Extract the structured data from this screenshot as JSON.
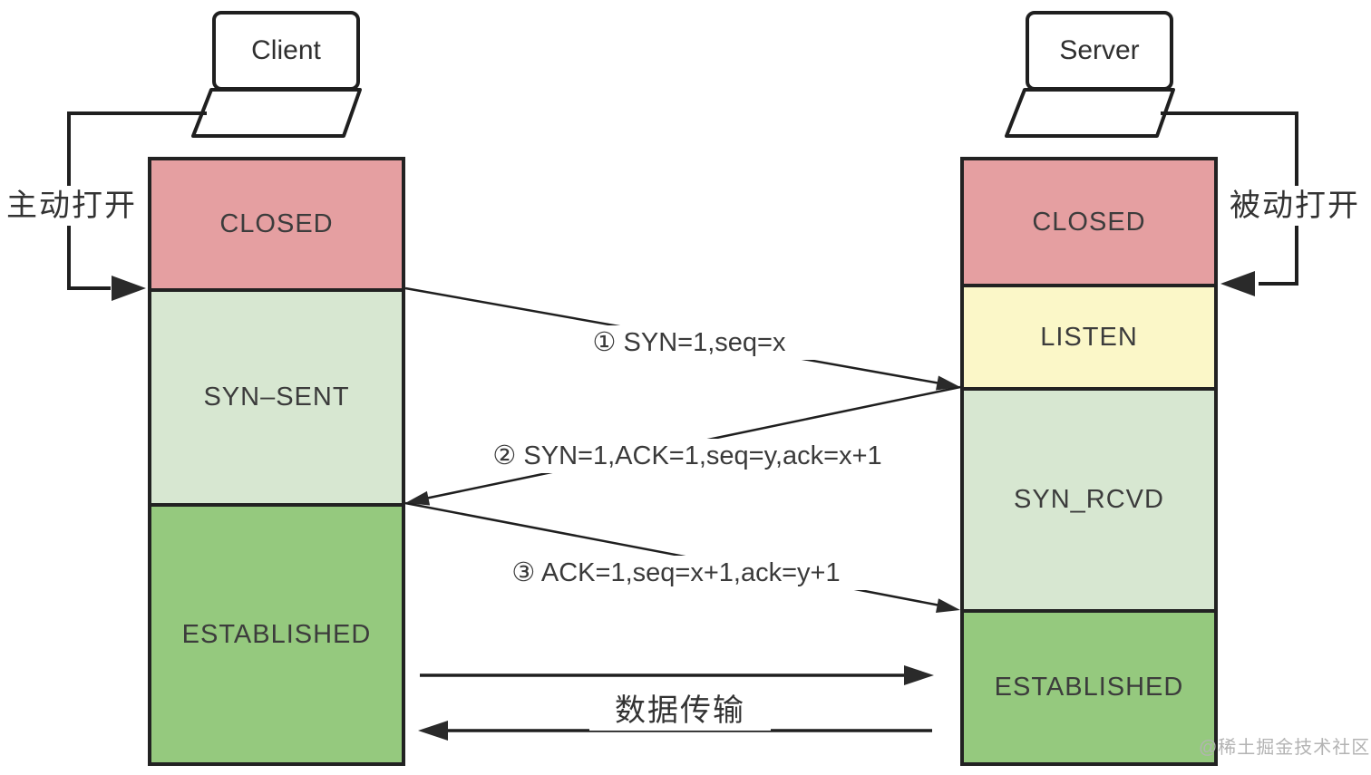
{
  "nodes": {
    "client": {
      "label": "Client"
    },
    "server": {
      "label": "Server"
    }
  },
  "client_states": [
    {
      "id": "closed",
      "label": "CLOSED",
      "color": "#e59fa1"
    },
    {
      "id": "syn-sent",
      "label": "SYN–SENT",
      "color": "#d7e7d1"
    },
    {
      "id": "established",
      "label": "ESTABLISHED",
      "color": "#95c97e"
    }
  ],
  "server_states": [
    {
      "id": "closed",
      "label": "CLOSED",
      "color": "#e59fa1"
    },
    {
      "id": "listen",
      "label": "LISTEN",
      "color": "#fbf7c8"
    },
    {
      "id": "syn-rcvd",
      "label": "SYN_RCVD",
      "color": "#d7e7d1"
    },
    {
      "id": "established",
      "label": "ESTABLISHED",
      "color": "#95c97e"
    }
  ],
  "messages": [
    {
      "step": "1",
      "label": "① SYN=1,seq=x"
    },
    {
      "step": "2",
      "label": "② SYN=1,ACK=1,seq=y,ack=x+1"
    },
    {
      "step": "3",
      "label": "③ ACK=1,seq=x+1,ack=y+1"
    }
  ],
  "annotations": {
    "active_open": "主动打开",
    "passive_open": "被动打开",
    "data_transfer": "数据传输"
  },
  "watermark": "@稀土掘金技术社区",
  "colors": {
    "line": "#1f1f1f",
    "box_border": "#222222",
    "closed_fill": "#e59fa1",
    "listen_fill": "#fbf7c8",
    "transition_fill": "#d7e7d1",
    "established_fill": "#95c97e",
    "watermark_text": "#b3b3b3"
  }
}
